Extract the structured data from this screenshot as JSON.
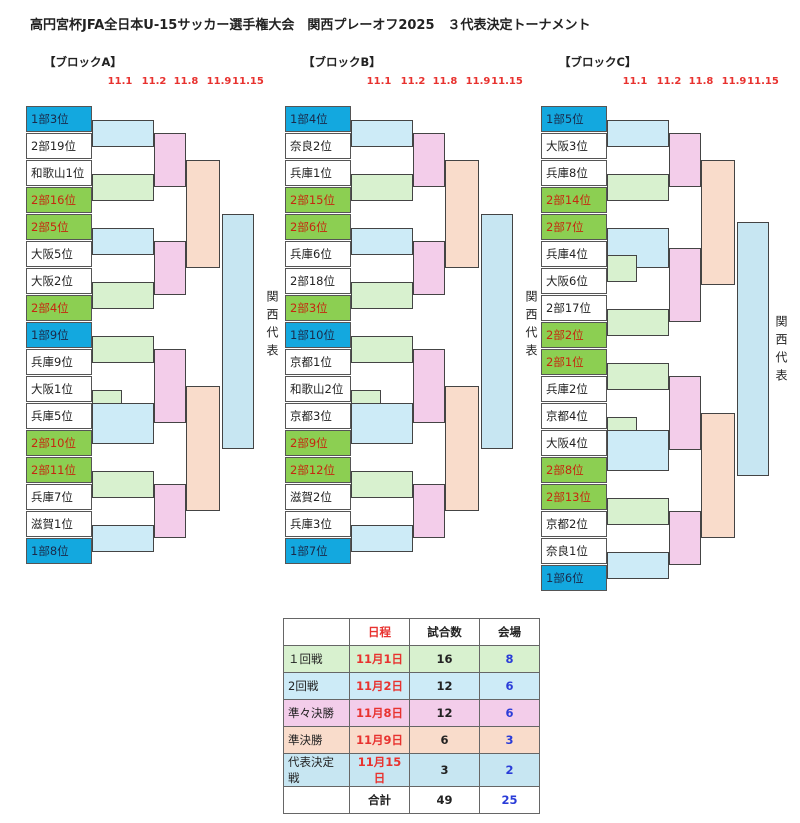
{
  "title": "高円宮杯JFA全日本U-15サッカー選手権大会　関西プレーオフ2025　３代表決定トーナメント",
  "dates": [
    "11.1",
    "11.2",
    "11.8",
    "11.9",
    "11.15"
  ],
  "final_label": "関西代表",
  "blocks": [
    {
      "label": "【ブロックA】",
      "teams": [
        {
          "name": "1部3位",
          "style": "div1"
        },
        {
          "name": "2部19位",
          "style": "plain"
        },
        {
          "name": "和歌山1位",
          "style": "plain"
        },
        {
          "name": "2部16位",
          "style": "div2h"
        },
        {
          "name": "2部5位",
          "style": "div2h"
        },
        {
          "name": "大阪5位",
          "style": "plain"
        },
        {
          "name": "大阪2位",
          "style": "plain"
        },
        {
          "name": "2部4位",
          "style": "div2h"
        },
        {
          "name": "1部9位",
          "style": "div1"
        },
        {
          "name": "兵庫9位",
          "style": "plain"
        },
        {
          "name": "大阪1位",
          "style": "plain"
        },
        {
          "name": "兵庫5位",
          "style": "plain"
        },
        {
          "name": "2部10位",
          "style": "div2h"
        },
        {
          "name": "2部11位",
          "style": "div2h"
        },
        {
          "name": "兵庫7位",
          "style": "plain"
        },
        {
          "name": "滋賀1位",
          "style": "plain"
        },
        {
          "name": "1部8位",
          "style": "div1"
        }
      ]
    },
    {
      "label": "【ブロックB】",
      "teams": [
        {
          "name": "1部4位",
          "style": "div1"
        },
        {
          "name": "奈良2位",
          "style": "plain"
        },
        {
          "name": "兵庫1位",
          "style": "plain"
        },
        {
          "name": "2部15位",
          "style": "div2h"
        },
        {
          "name": "2部6位",
          "style": "div2h"
        },
        {
          "name": "兵庫6位",
          "style": "plain"
        },
        {
          "name": "2部18位",
          "style": "plain"
        },
        {
          "name": "2部3位",
          "style": "div2h"
        },
        {
          "name": "1部10位",
          "style": "div1"
        },
        {
          "name": "京都1位",
          "style": "plain"
        },
        {
          "name": "和歌山2位",
          "style": "plain"
        },
        {
          "name": "京都3位",
          "style": "plain"
        },
        {
          "name": "2部9位",
          "style": "div2h"
        },
        {
          "name": "2部12位",
          "style": "div2h"
        },
        {
          "name": "滋賀2位",
          "style": "plain"
        },
        {
          "name": "兵庫3位",
          "style": "plain"
        },
        {
          "name": "1部7位",
          "style": "div1"
        }
      ]
    },
    {
      "label": "【ブロックC】",
      "teams": [
        {
          "name": "1部5位",
          "style": "div1"
        },
        {
          "name": "大阪3位",
          "style": "plain"
        },
        {
          "name": "兵庫8位",
          "style": "plain"
        },
        {
          "name": "2部14位",
          "style": "div2h"
        },
        {
          "name": "2部7位",
          "style": "div2h"
        },
        {
          "name": "兵庫4位",
          "style": "plain"
        },
        {
          "name": "大阪6位",
          "style": "plain"
        },
        {
          "name": "2部17位",
          "style": "plain"
        },
        {
          "name": "2部2位",
          "style": "div2h"
        },
        {
          "name": "2部1位",
          "style": "div2h"
        },
        {
          "name": "兵庫2位",
          "style": "plain"
        },
        {
          "name": "京都4位",
          "style": "plain"
        },
        {
          "name": "大阪4位",
          "style": "plain"
        },
        {
          "name": "2部8位",
          "style": "div2h"
        },
        {
          "name": "2部13位",
          "style": "div2h"
        },
        {
          "name": "京都2位",
          "style": "plain"
        },
        {
          "name": "奈良1位",
          "style": "plain"
        },
        {
          "name": "1部6位",
          "style": "div1"
        }
      ]
    }
  ],
  "schedule": {
    "headers": [
      "",
      "日程",
      "試合数",
      "会場"
    ],
    "rows": [
      {
        "round": "１回戦",
        "date": "11月1日",
        "games": "16",
        "venues": "8",
        "color": "#d8f1cf"
      },
      {
        "round": "2回戦",
        "date": "11月2日",
        "games": "12",
        "venues": "6",
        "color": "#cdebf7"
      },
      {
        "round": "準々決勝",
        "date": "11月8日",
        "games": "12",
        "venues": "6",
        "color": "#f3cdea"
      },
      {
        "round": "準決勝",
        "date": "11月9日",
        "games": "6",
        "venues": "3",
        "color": "#f9dccb"
      },
      {
        "round": "代表決定戦",
        "date": "11月15日",
        "games": "3",
        "venues": "2",
        "color": "#c7e6f2"
      }
    ],
    "total": {
      "label": "合計",
      "games": "49",
      "venues": "25"
    }
  }
}
